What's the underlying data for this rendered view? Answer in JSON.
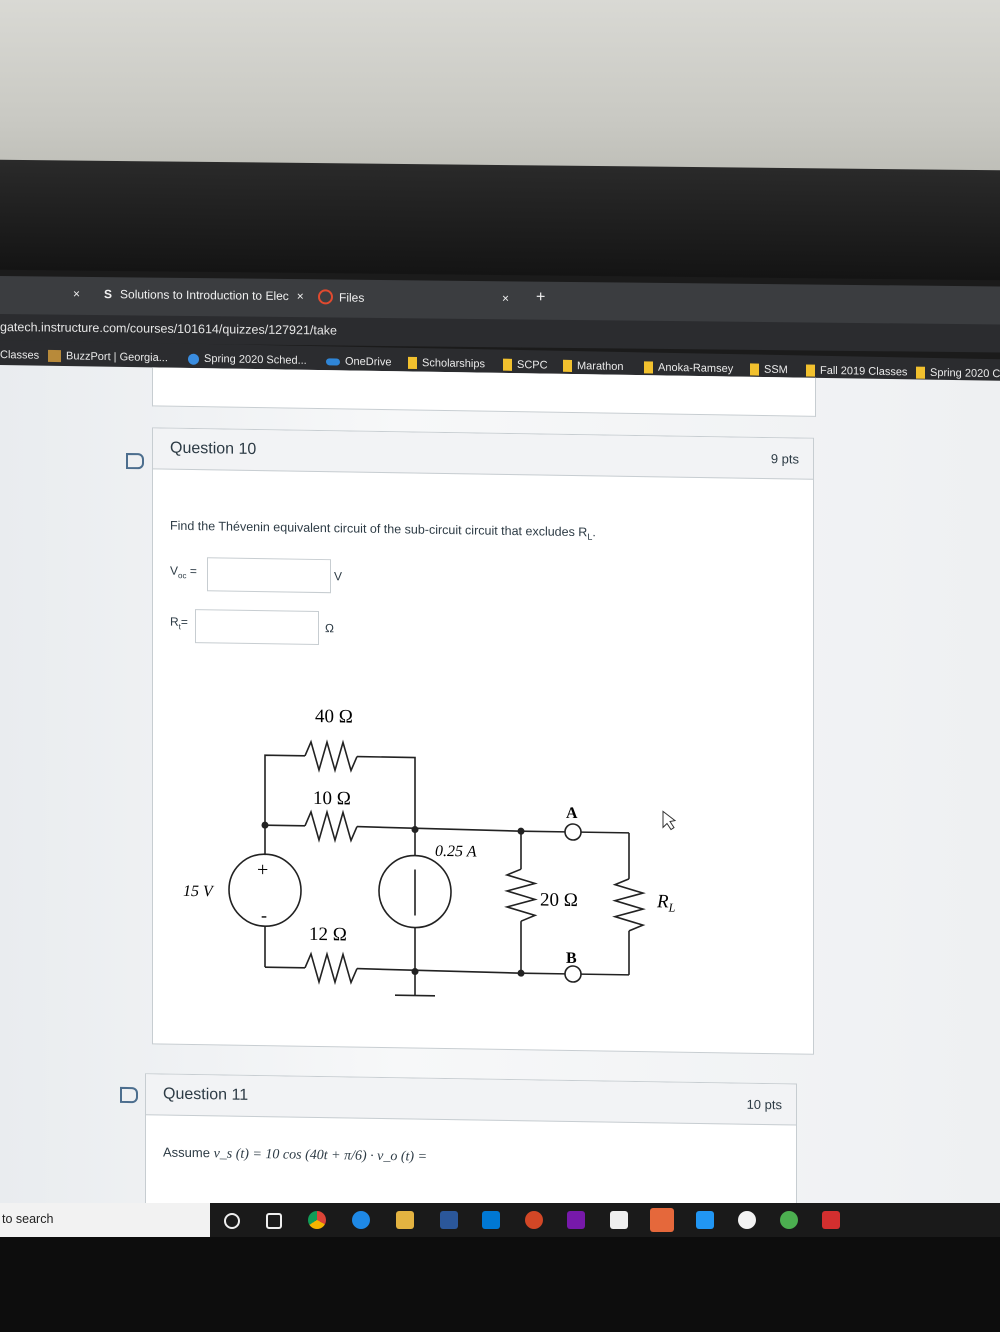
{
  "browser": {
    "tabs": [
      {
        "label": "Solutions to Introduction to Elec",
        "icon": "s-logo-icon"
      },
      {
        "label": "Files",
        "icon": "files-ring-icon"
      }
    ],
    "close_glyph": "×",
    "new_tab_glyph": "+",
    "url": "gatech.instructure.com/courses/101614/quizzes/127921/take",
    "bookmarks": [
      "Classes",
      "BuzzPort | Georgia...",
      "Spring 2020 Sched...",
      "OneDrive",
      "Scholarships",
      "SCPC",
      "Marathon",
      "Anoka-Ramsey",
      "SSM",
      "Fall 2019 Classes",
      "Spring 2020 C"
    ]
  },
  "question10": {
    "title": "Question 10",
    "points": "9 pts",
    "prompt": "Find the Thévenin equivalent circuit of the sub-circuit circuit that excludes R",
    "prompt_sub": "L",
    "voc_label": "V",
    "voc_sub": "oc",
    "voc_eq": "=",
    "voc_unit": "V",
    "rt_label": "R",
    "rt_sub": "t",
    "rt_eq": "=",
    "rt_unit": "Ω"
  },
  "circuit": {
    "r1": "40 Ω",
    "r2": "10 Ω",
    "r3": "12 Ω",
    "r4": "20 Ω",
    "source_v": "15 V",
    "source_i": "0.25 A",
    "node_a": "A",
    "node_b": "B",
    "load": "R",
    "load_sub": "L",
    "plus": "+",
    "minus": "-"
  },
  "question11": {
    "title": "Question 11",
    "points": "10 pts",
    "prompt_start": "Assume",
    "equation": "v_s (t) = 10 cos (40t + π/6) · v_o (t) ="
  },
  "taskbar": {
    "search_text": "to search",
    "icons": [
      "cortana-icon",
      "task-view-icon",
      "chrome-icon",
      "edge-icon",
      "file-explorer-icon",
      "word-icon",
      "outlook-icon",
      "powerpoint-icon",
      "onenote-icon",
      "store-icon",
      "app-icon",
      "vscode-icon",
      "itunes-icon",
      "globe-icon",
      "acrobat-icon"
    ]
  }
}
